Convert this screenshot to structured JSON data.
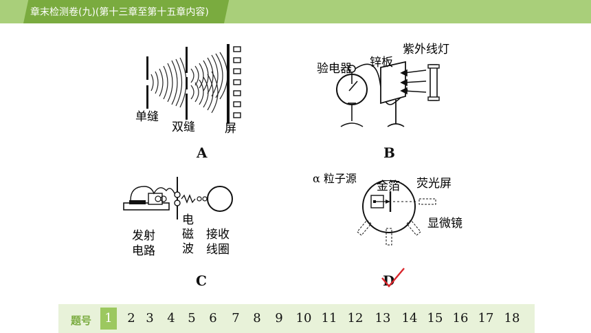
{
  "header": {
    "title": "章末检测卷(九)(第十三章至第十五章内容)"
  },
  "figures": {
    "A": {
      "label": "A",
      "single_slit": "单缝",
      "double_slit": "双缝",
      "screen": "屏"
    },
    "B": {
      "label": "B",
      "electroscope": "验电器",
      "zinc_plate": "锌板",
      "uv_lamp": "紫外线灯"
    },
    "C": {
      "label": "C",
      "transmit_1": "发射",
      "transmit_2": "电路",
      "wave_1": "电",
      "wave_2": "磁",
      "wave_3": "波",
      "recv_1": "接收",
      "recv_2": "线圈"
    },
    "D": {
      "label": "D",
      "alpha_source": "α 粒子源",
      "gold_foil": "金箔",
      "fluorescent_screen": "荧光屏",
      "microscope": "显微镜"
    }
  },
  "answer_mark": {
    "selected": "D",
    "color": "#d9262c"
  },
  "nav": {
    "label": "题号",
    "items": [
      "1",
      "2",
      "3",
      "4",
      "5",
      "6",
      "7",
      "8",
      "9",
      "10",
      "11",
      "12",
      "13",
      "14",
      "15",
      "16",
      "17",
      "18"
    ],
    "active": "1",
    "accent": "#9cc85f"
  }
}
